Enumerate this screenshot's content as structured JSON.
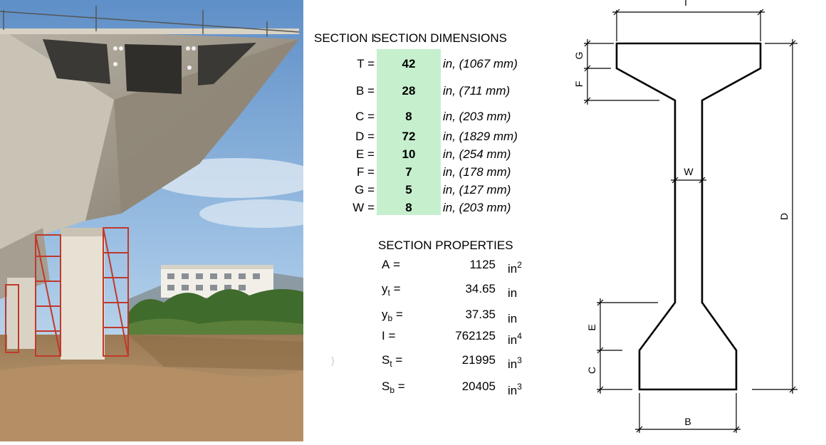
{
  "photo": {
    "description_icon": "bridge-photo"
  },
  "dimensions": {
    "header_left": "SECTION I",
    "header_right": "SECTION DIMENSIONS",
    "rows": [
      {
        "label": "T =",
        "value": "42",
        "unit": "in, (1067 mm)"
      },
      {
        "label": "B =",
        "value": "28",
        "unit": "in, (711 mm)"
      },
      {
        "label": "C =",
        "value": "8",
        "unit": "in, (203 mm)"
      },
      {
        "label": "D =",
        "value": "72",
        "unit": "in, (1829 mm)"
      },
      {
        "label": "E =",
        "value": "10",
        "unit": "in, (254 mm)"
      },
      {
        "label": "F =",
        "value": "7",
        "unit": "in, (178 mm)"
      },
      {
        "label": "G =",
        "value": "5",
        "unit": "in, (127 mm)"
      },
      {
        "label": "W =",
        "value": "8",
        "unit": "in, (203 mm)"
      }
    ],
    "highlight_color": "#c6efce"
  },
  "properties": {
    "header": "SECTION PROPERTIES",
    "rows": [
      {
        "symbol": "A",
        "sub": "",
        "eq": " =",
        "value": "1125",
        "unit": "in",
        "exp": "2"
      },
      {
        "symbol": "y",
        "sub": "t",
        "eq": " =",
        "value": "34.65",
        "unit": "in",
        "exp": ""
      },
      {
        "symbol": "y",
        "sub": "b",
        "eq": " =",
        "value": "37.35",
        "unit": "in",
        "exp": ""
      },
      {
        "symbol": "I",
        "sub": "",
        "eq": " =",
        "value": "762125",
        "unit": "in",
        "exp": "4"
      },
      {
        "symbol": "S",
        "sub": "t",
        "eq": " =",
        "value": "21995",
        "unit": "in",
        "exp": "3"
      },
      {
        "symbol": "S",
        "sub": "b",
        "eq": " =",
        "value": "20405",
        "unit": "in",
        "exp": "3"
      }
    ]
  },
  "stray_mark": ")",
  "drawing": {
    "labels": {
      "T": "T",
      "B": "B",
      "C": "C",
      "D": "D",
      "E": "E",
      "F": "F",
      "G": "G",
      "W": "W"
    }
  }
}
